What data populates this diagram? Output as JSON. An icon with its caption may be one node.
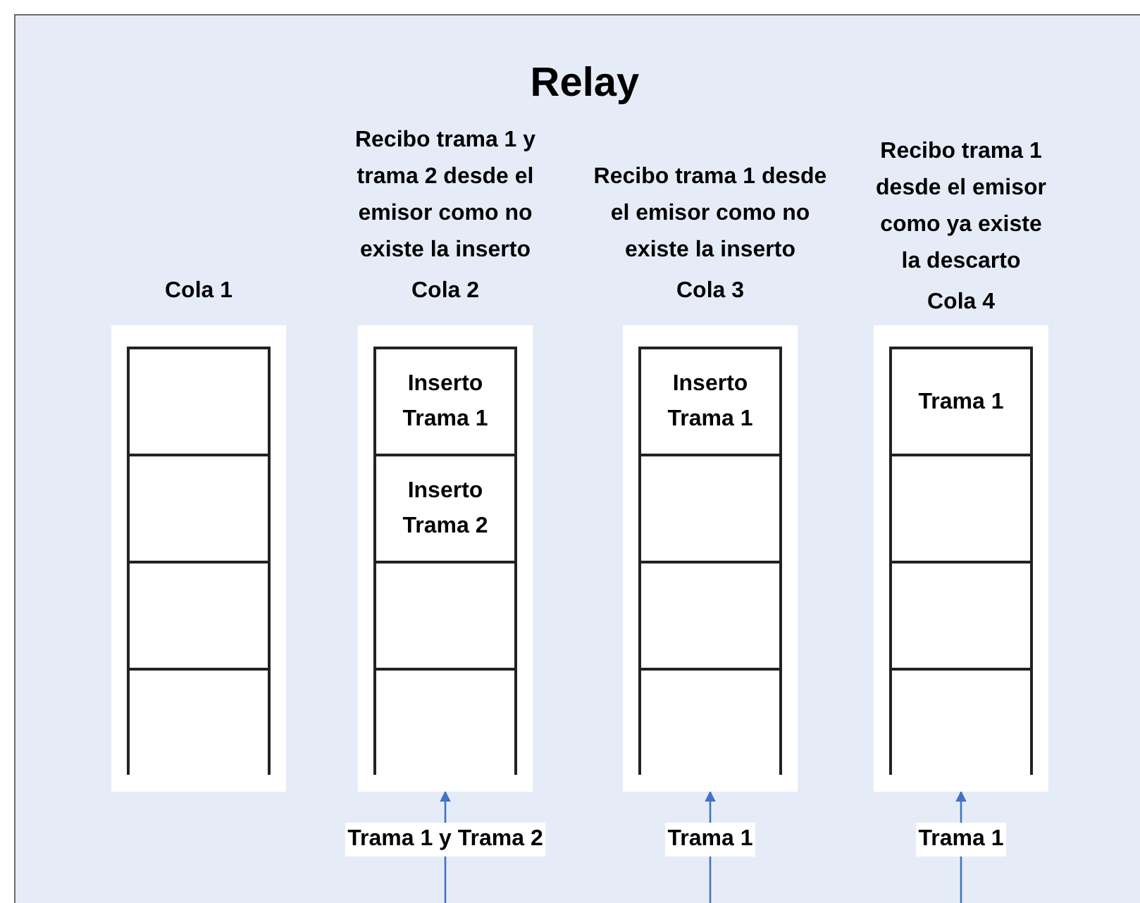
{
  "diagram": {
    "title": "Relay",
    "nodes": [
      {
        "text": [
          "Cola 1"
        ]
      },
      {
        "text": [],
        "shape": "box",
        "in": 0
      },
      {
        "text": [],
        "shape": "box",
        "in": 0
      },
      {
        "text": [],
        "shape": "box",
        "in": 0
      },
      {
        "text": [],
        "shape": "box",
        "in": 0
      },
      {
        "text": [
          "Recibo trama 1 y trama 2 desde el emisor como no existe la inserto",
          "Cola 2"
        ]
      },
      {
        "text": [
          "Inserto Trama 1"
        ],
        "in": 5
      },
      {
        "text": [
          "Inserto Trama 2"
        ],
        "in": 5
      },
      {
        "text": [],
        "shape": "box",
        "in": 5
      },
      {
        "text": [],
        "shape": "box",
        "in": 5
      },
      {
        "text": [
          "Recibo trama 1 desde el emisor como no existe la inserto",
          "Cola 3"
        ]
      },
      {
        "text": [
          "Inserto Trama 1"
        ],
        "in": 10
      },
      {
        "text": [],
        "shape": "box",
        "in": 10
      },
      {
        "text": [],
        "shape": "box",
        "in": 10
      },
      {
        "text": [],
        "shape": "box",
        "in": 10
      },
      {
        "text": [
          "Recibo trama 1 desde el emisor como ya existe la descarto",
          "Cola 4"
        ]
      },
      {
        "text": [
          "Trama 1"
        ],
        "in": 15
      },
      {
        "text": [],
        "shape": "box",
        "in": 15
      },
      {
        "text": [],
        "shape": "box",
        "in": 15
      },
      {
        "text": [],
        "shape": "box",
        "in": 15
      }
    ],
    "edges": [
      {
        "from": null,
        "to": 5,
        "arrow": "to",
        "label": "Trama 1 y Trama 2"
      },
      {
        "from": null,
        "to": 10,
        "arrow": "to",
        "label": "Trama 1"
      },
      {
        "from": null,
        "to": 15,
        "arrow": "to",
        "label": "Trama 1"
      }
    ]
  }
}
